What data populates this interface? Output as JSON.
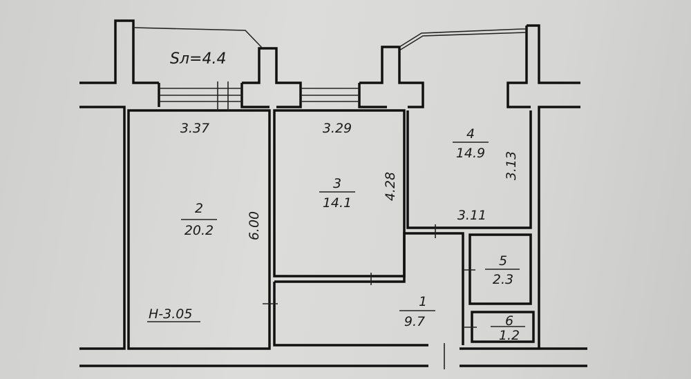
{
  "balcony": {
    "label": "Sл=4.4"
  },
  "height_label": "H-3.05",
  "rooms": [
    {
      "number": "1",
      "area": "9.7"
    },
    {
      "number": "2",
      "area": "20.2"
    },
    {
      "number": "3",
      "area": "14.1"
    },
    {
      "number": "4",
      "area": "14.9"
    },
    {
      "number": "5",
      "area": "2.3"
    },
    {
      "number": "6",
      "area": "1.2"
    }
  ],
  "dimensions": {
    "room2_width": "3.37",
    "room2_length": "6.00",
    "room3_width": "3.29",
    "room3_length": "4.28",
    "room4_width": "3.11",
    "room4_length": "3.13"
  }
}
